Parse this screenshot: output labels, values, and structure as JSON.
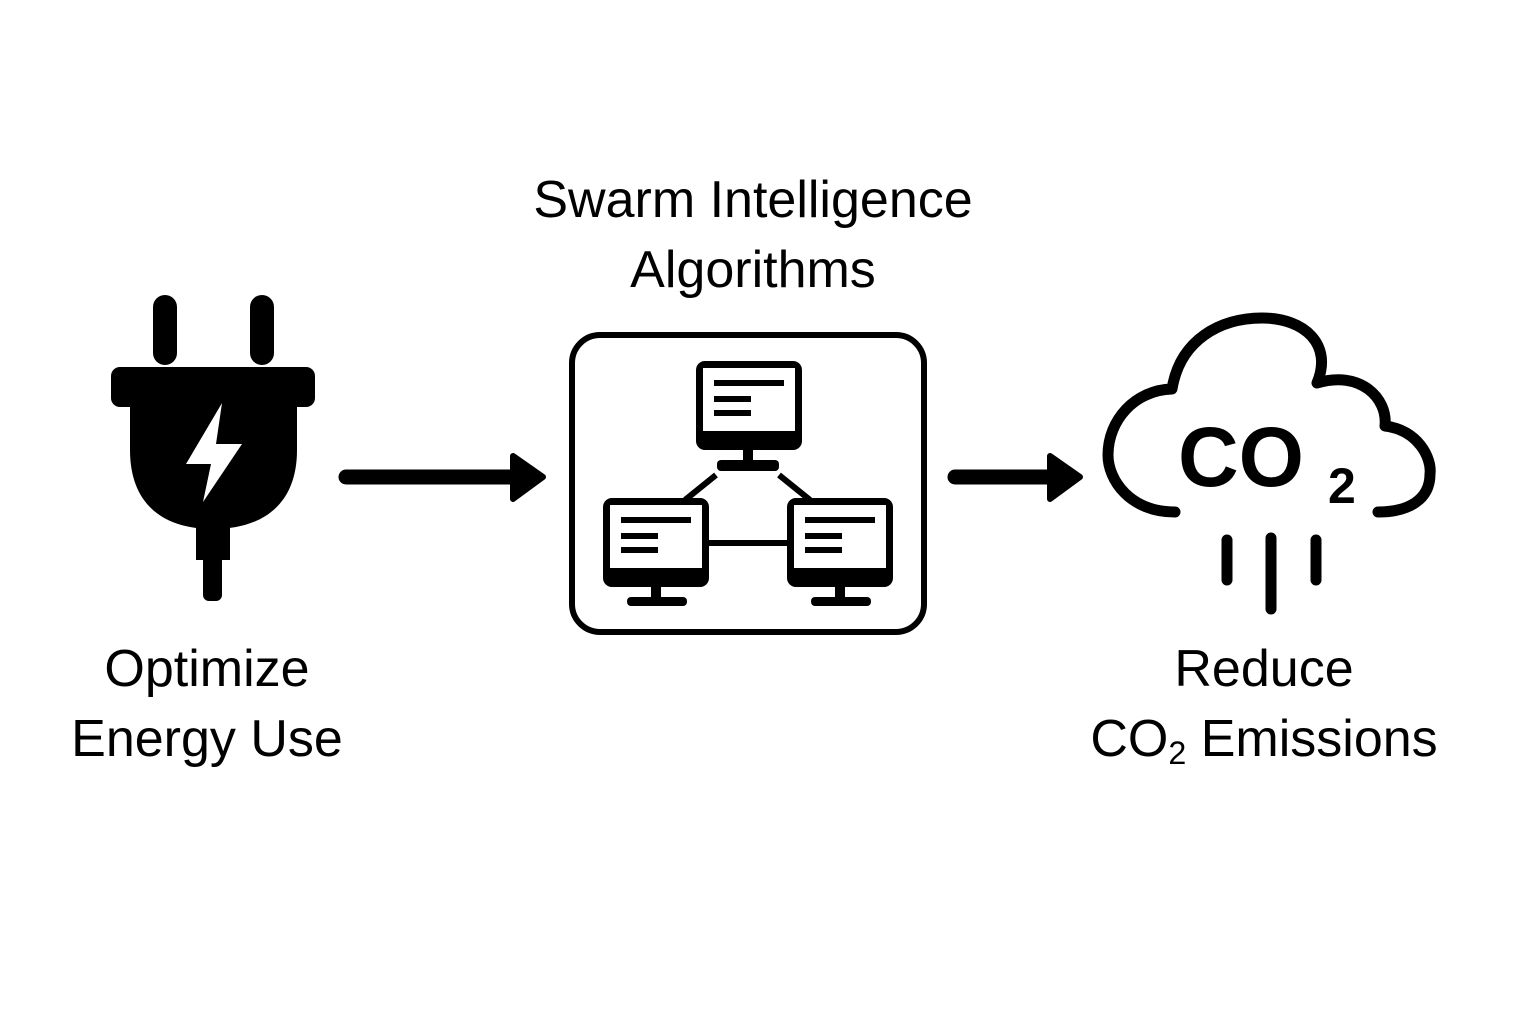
{
  "diagram": {
    "colors": {
      "foreground": "#000000",
      "background": "#ffffff"
    },
    "nodes": [
      {
        "id": "energy",
        "icon": "power-plug-icon",
        "label_lines": [
          "Optimize",
          "Energy Use"
        ]
      },
      {
        "id": "swarm",
        "icon": "networked-computers-icon",
        "label_lines": [
          "Swarm Intelligence",
          "Algorithms"
        ]
      },
      {
        "id": "co2",
        "icon": "co2-cloud-icon",
        "icon_text": "CO",
        "icon_subscript": "2",
        "label_lines": [
          "Reduce",
          "CO",
          "2",
          " Emissions"
        ]
      }
    ],
    "edges": [
      {
        "from": "energy",
        "to": "swarm"
      },
      {
        "from": "swarm",
        "to": "co2"
      }
    ]
  }
}
